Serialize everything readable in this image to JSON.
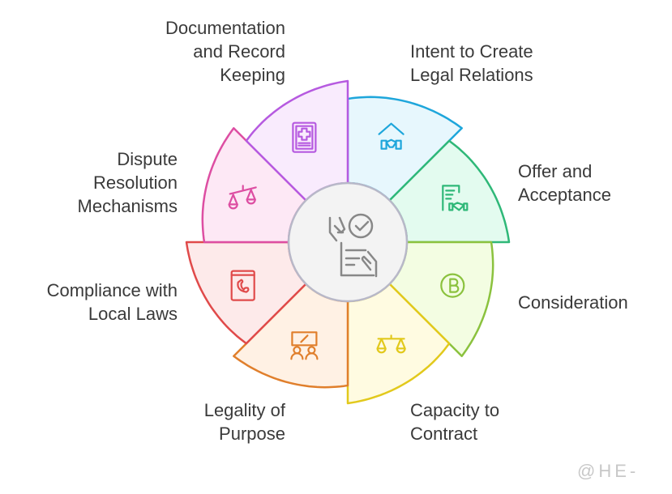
{
  "segments": [
    {
      "lines": [
        "Intent to Create",
        "Legal Relations"
      ],
      "icon": "house-handshake-icon",
      "stroke": "#1ea6db",
      "fill": "#e7f7fd"
    },
    {
      "lines": [
        "Offer and",
        "Acceptance"
      ],
      "icon": "contract-handshake-icon",
      "stroke": "#2fb878",
      "fill": "#e3fbef"
    },
    {
      "lines": [
        "Consideration"
      ],
      "icon": "bitcoin-exchange-icon",
      "stroke": "#8bc23e",
      "fill": "#f3fde2"
    },
    {
      "lines": [
        "Capacity to",
        "Contract"
      ],
      "icon": "scales-icon",
      "stroke": "#e2c91c",
      "fill": "#fffbe1"
    },
    {
      "lines": [
        "Legality of",
        "Purpose"
      ],
      "icon": "gavel-meeting-icon",
      "stroke": "#e07f2c",
      "fill": "#fff1e4"
    },
    {
      "lines": [
        "Compliance with",
        "Local Laws"
      ],
      "icon": "law-book-icon",
      "stroke": "#e04a4a",
      "fill": "#fdeaea"
    },
    {
      "lines": [
        "Dispute",
        "Resolution",
        "Mechanisms"
      ],
      "icon": "unbalanced-scales-icon",
      "stroke": "#dd4ea2",
      "fill": "#fde8f5"
    },
    {
      "lines": [
        "Documentation",
        "and Record",
        "Keeping"
      ],
      "icon": "clipboard-medical-icon",
      "stroke": "#b65ae0",
      "fill": "#f9ebfd"
    }
  ],
  "center": {
    "icon": "contract-signing-icon",
    "fill": "#f3f3f3",
    "stroke": "#888888"
  },
  "watermark": "@HE-"
}
